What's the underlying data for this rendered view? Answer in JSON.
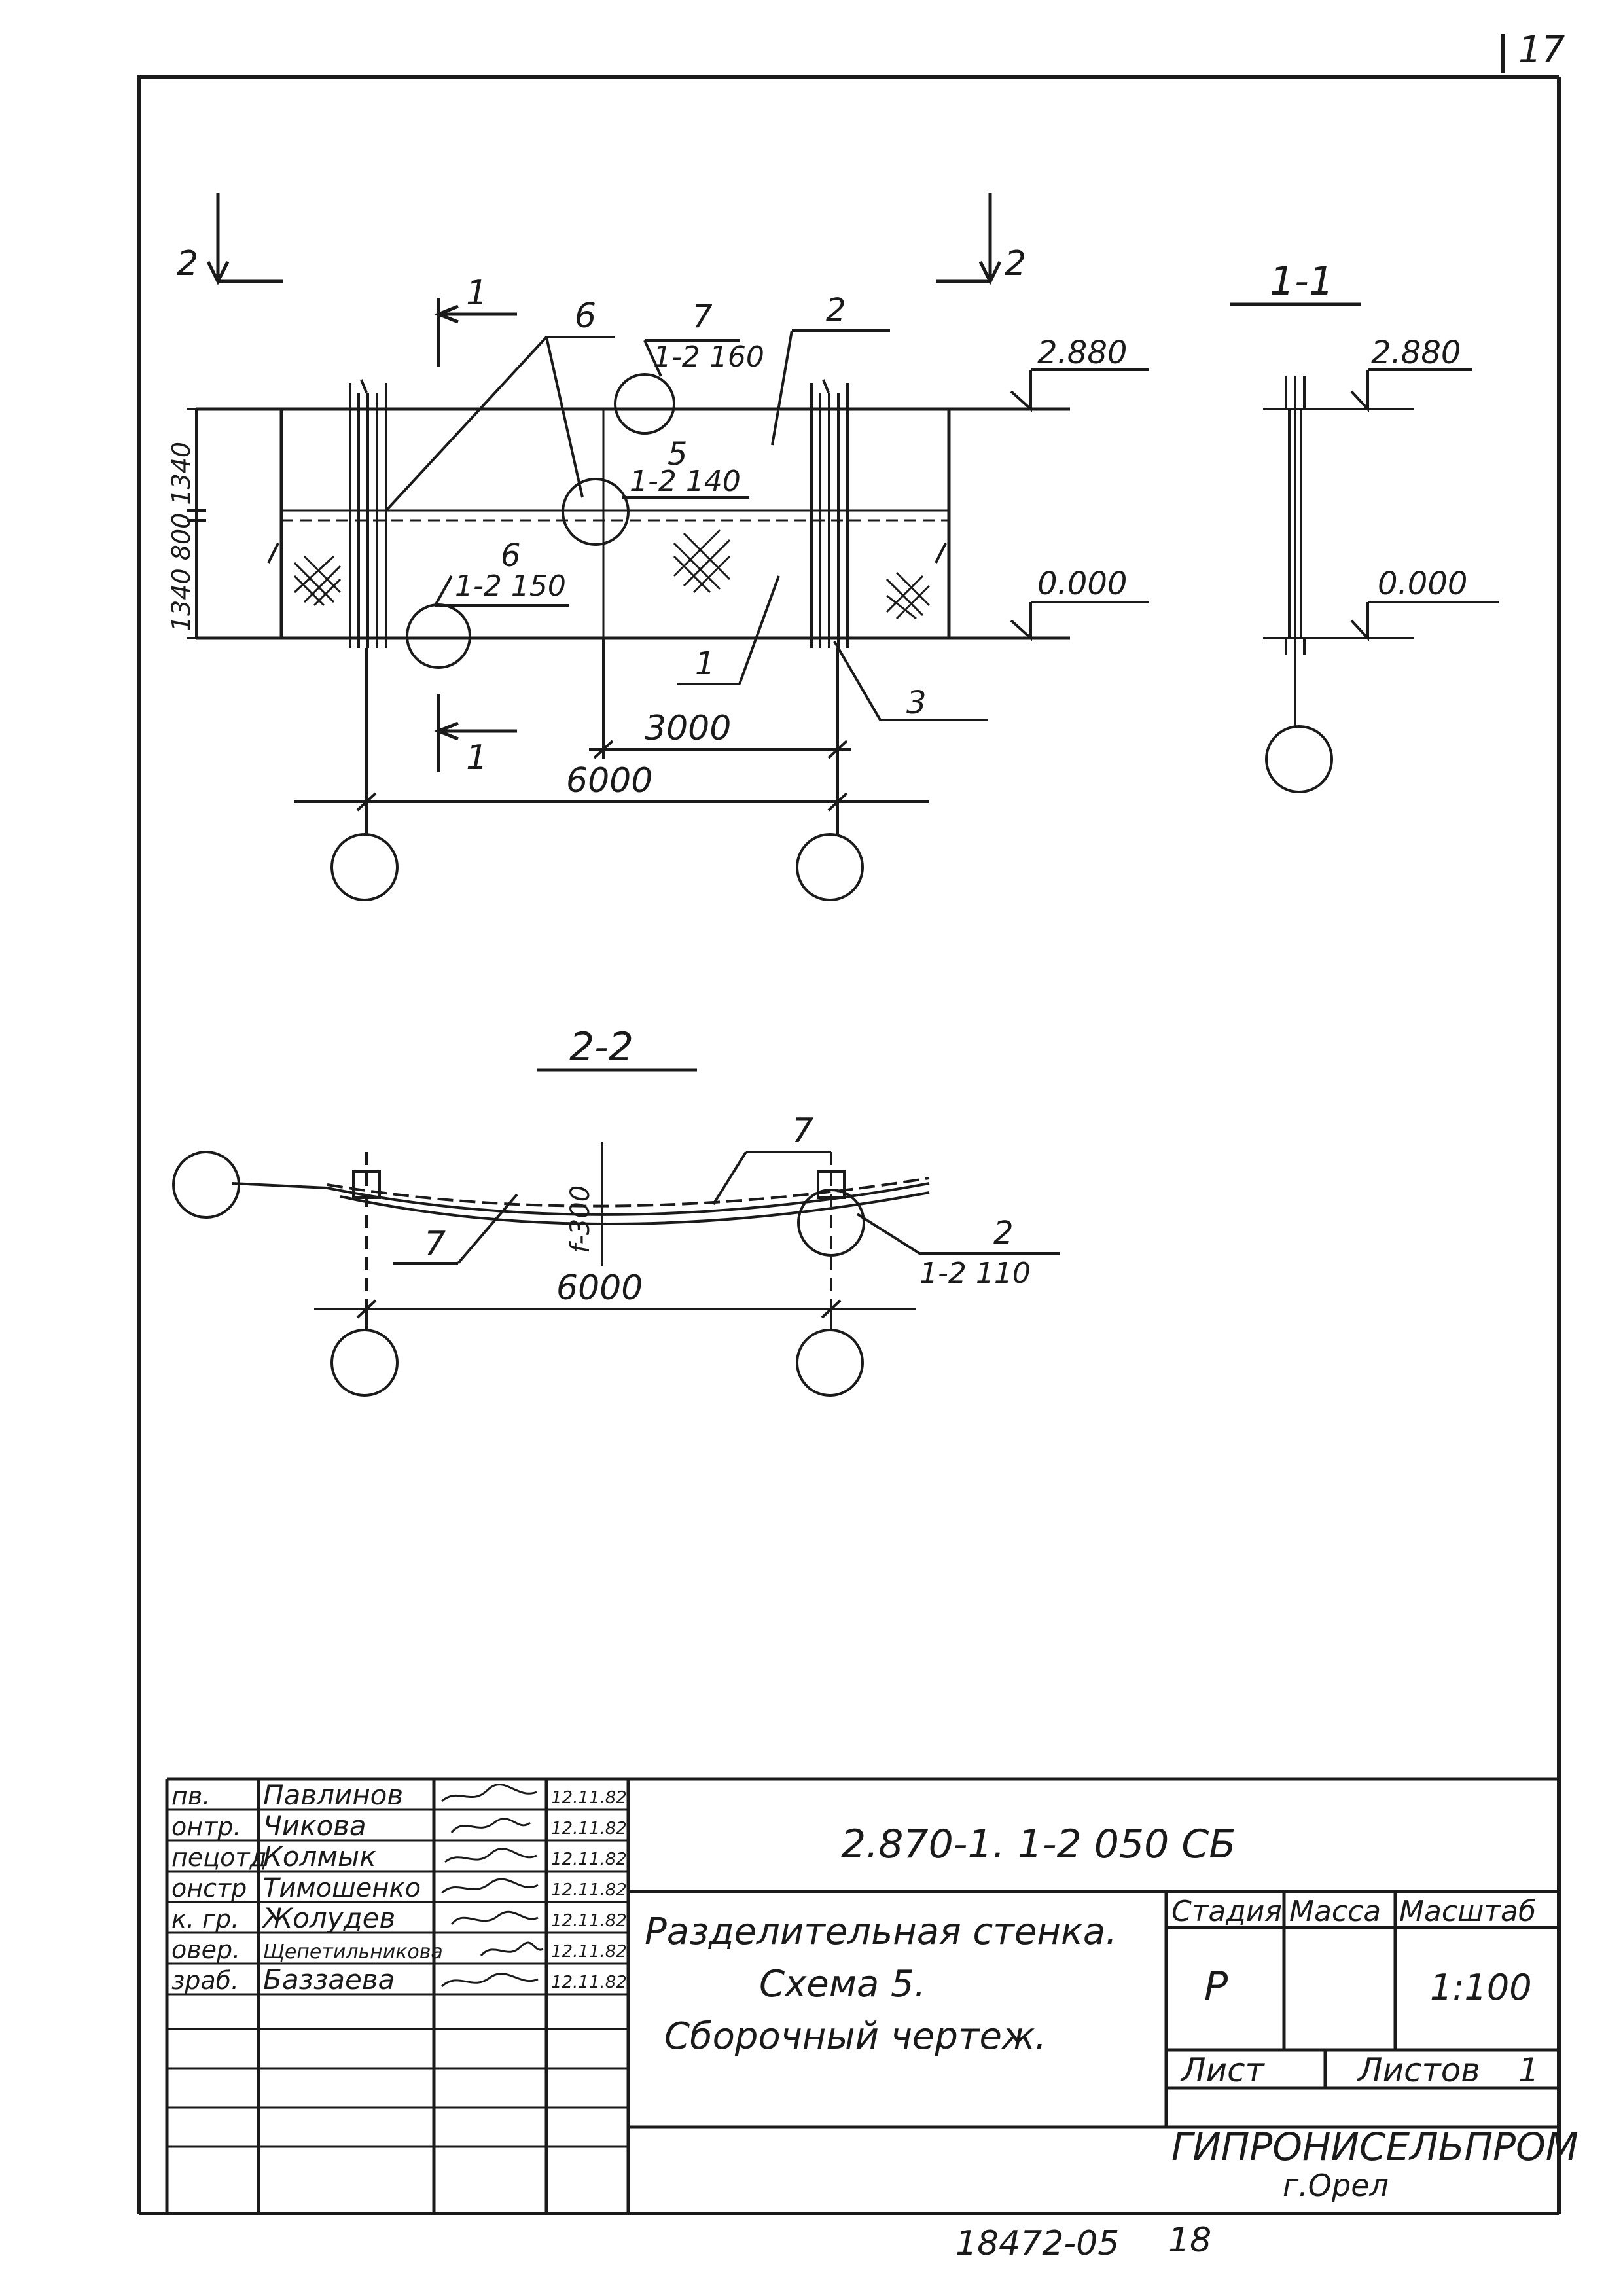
{
  "sheet": {
    "corner_number": "17",
    "bottom_ref": "18472-05",
    "bottom_page": "18"
  },
  "plan_view": {
    "section_2_left": "2",
    "section_2_right": "2",
    "section_1_top": "1",
    "section_1_bottom": "1",
    "height_dims": "1340 800 1340",
    "callout_6a": "6",
    "callout_7": "7",
    "callout_7_ref": "1-2 160",
    "callout_2": "2",
    "callout_5": "5",
    "callout_5_ref": "1-2 140",
    "callout_6b": "6",
    "callout_6b_ref": "1-2 150",
    "callout_1": "1",
    "callout_3": "3",
    "level_top": "2.880",
    "level_bottom": "0.000",
    "dim_half": "3000",
    "dim_full": "6000"
  },
  "section_1_1": {
    "title": "1-1",
    "level_top": "2.880",
    "level_bottom": "0.000"
  },
  "section_2_2": {
    "title": "2-2",
    "callout_7_top": "7",
    "callout_7_bottom": "7",
    "sag": "f-300",
    "callout_2": "2",
    "callout_2_ref": "1-2 110",
    "dim_full": "6000"
  },
  "title_block": {
    "signatures": [
      {
        "role": "пв.",
        "name": "Павлинов",
        "date": "12.11.82"
      },
      {
        "role": "онтр.",
        "name": "Чикова",
        "date": "12.11.82"
      },
      {
        "role": "пецотд",
        "name": "Колмык",
        "date": "12.11.82"
      },
      {
        "role": "онстр",
        "name": "Тимошенко",
        "date": "12.11.82"
      },
      {
        "role": "к. гр.",
        "name": "Жолудев",
        "date": "12.11.82"
      },
      {
        "role": "овер.",
        "name": "Щепетильникова",
        "date": "12.11.82"
      },
      {
        "role": "зраб.",
        "name": "Баззаева",
        "date": "12.11.82"
      }
    ],
    "doc_code": "2.870-1. 1-2 050 СБ",
    "title_line1": "Разделительная стенка.",
    "title_line2": "Схема 5.",
    "title_line3": "Сборочный чертеж.",
    "hdr_stage": "Стадия",
    "hdr_mass": "Масса",
    "hdr_scale": "Масштаб",
    "stage": "Р",
    "mass": "",
    "scale": "1:100",
    "sheet_label": "Лист",
    "sheets_label": "Листов",
    "sheets_count": "1",
    "org": "ГИПРОНИСЕЛЬПРОМ",
    "city": "г.Орел"
  }
}
